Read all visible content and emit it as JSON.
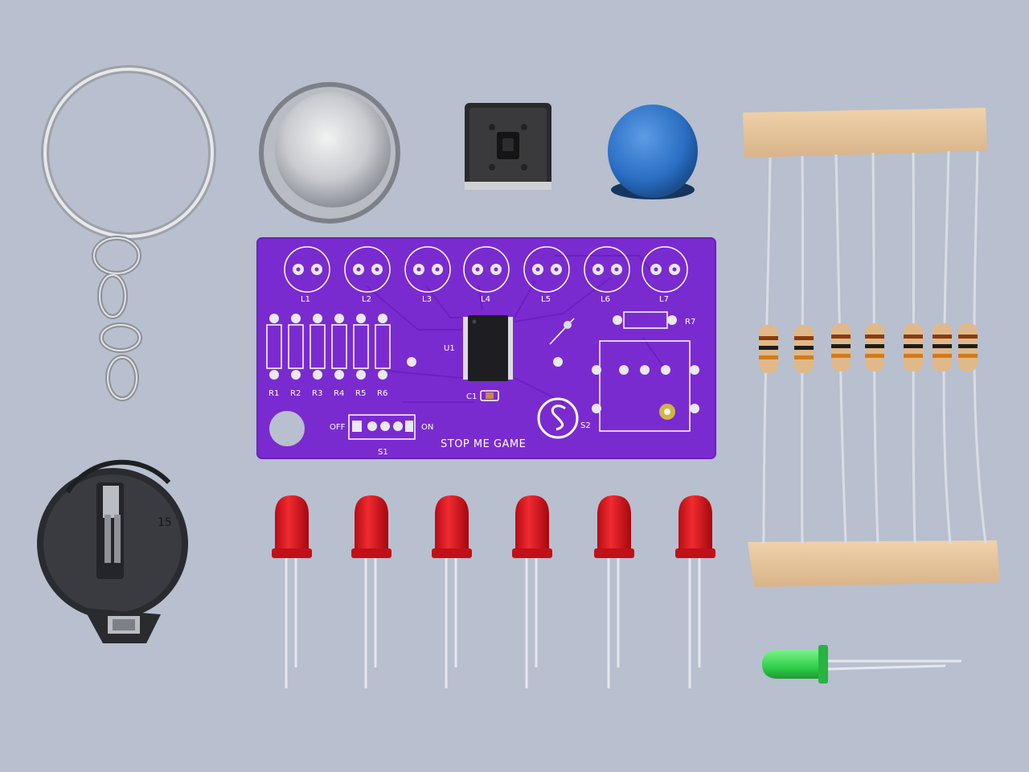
{
  "scene": {
    "background_color": "#b8bfce",
    "pcb": {
      "board_color": "#7a2bd0",
      "silkscreen_color": "#ffffff",
      "title": "STOP ME GAME",
      "led_labels": [
        "L1",
        "L2",
        "L3",
        "L4",
        "L5",
        "L6",
        "L7"
      ],
      "resistor_labels": [
        "R1",
        "R2",
        "R3",
        "R4",
        "R5",
        "R6"
      ],
      "resistor_label_7": "R7",
      "ic_label": "U1",
      "cap_label": "C1",
      "switch_label": "S1",
      "switch_off": "OFF",
      "switch_on": "ON",
      "button_label": "S2"
    },
    "coin_cell_marking": "15",
    "components": [
      "key-ring",
      "coin-cell-battery",
      "tactile-switch",
      "blue-button-cap",
      "resistor-strip",
      "battery-holder",
      "red-leds",
      "green-led"
    ],
    "colors": {
      "red_led": "#e0141c",
      "green_led": "#2fd04a",
      "blue_cap": "#2a6fc4",
      "resistor_body": "#e0b98a",
      "tape": "#e8c8a0"
    }
  }
}
